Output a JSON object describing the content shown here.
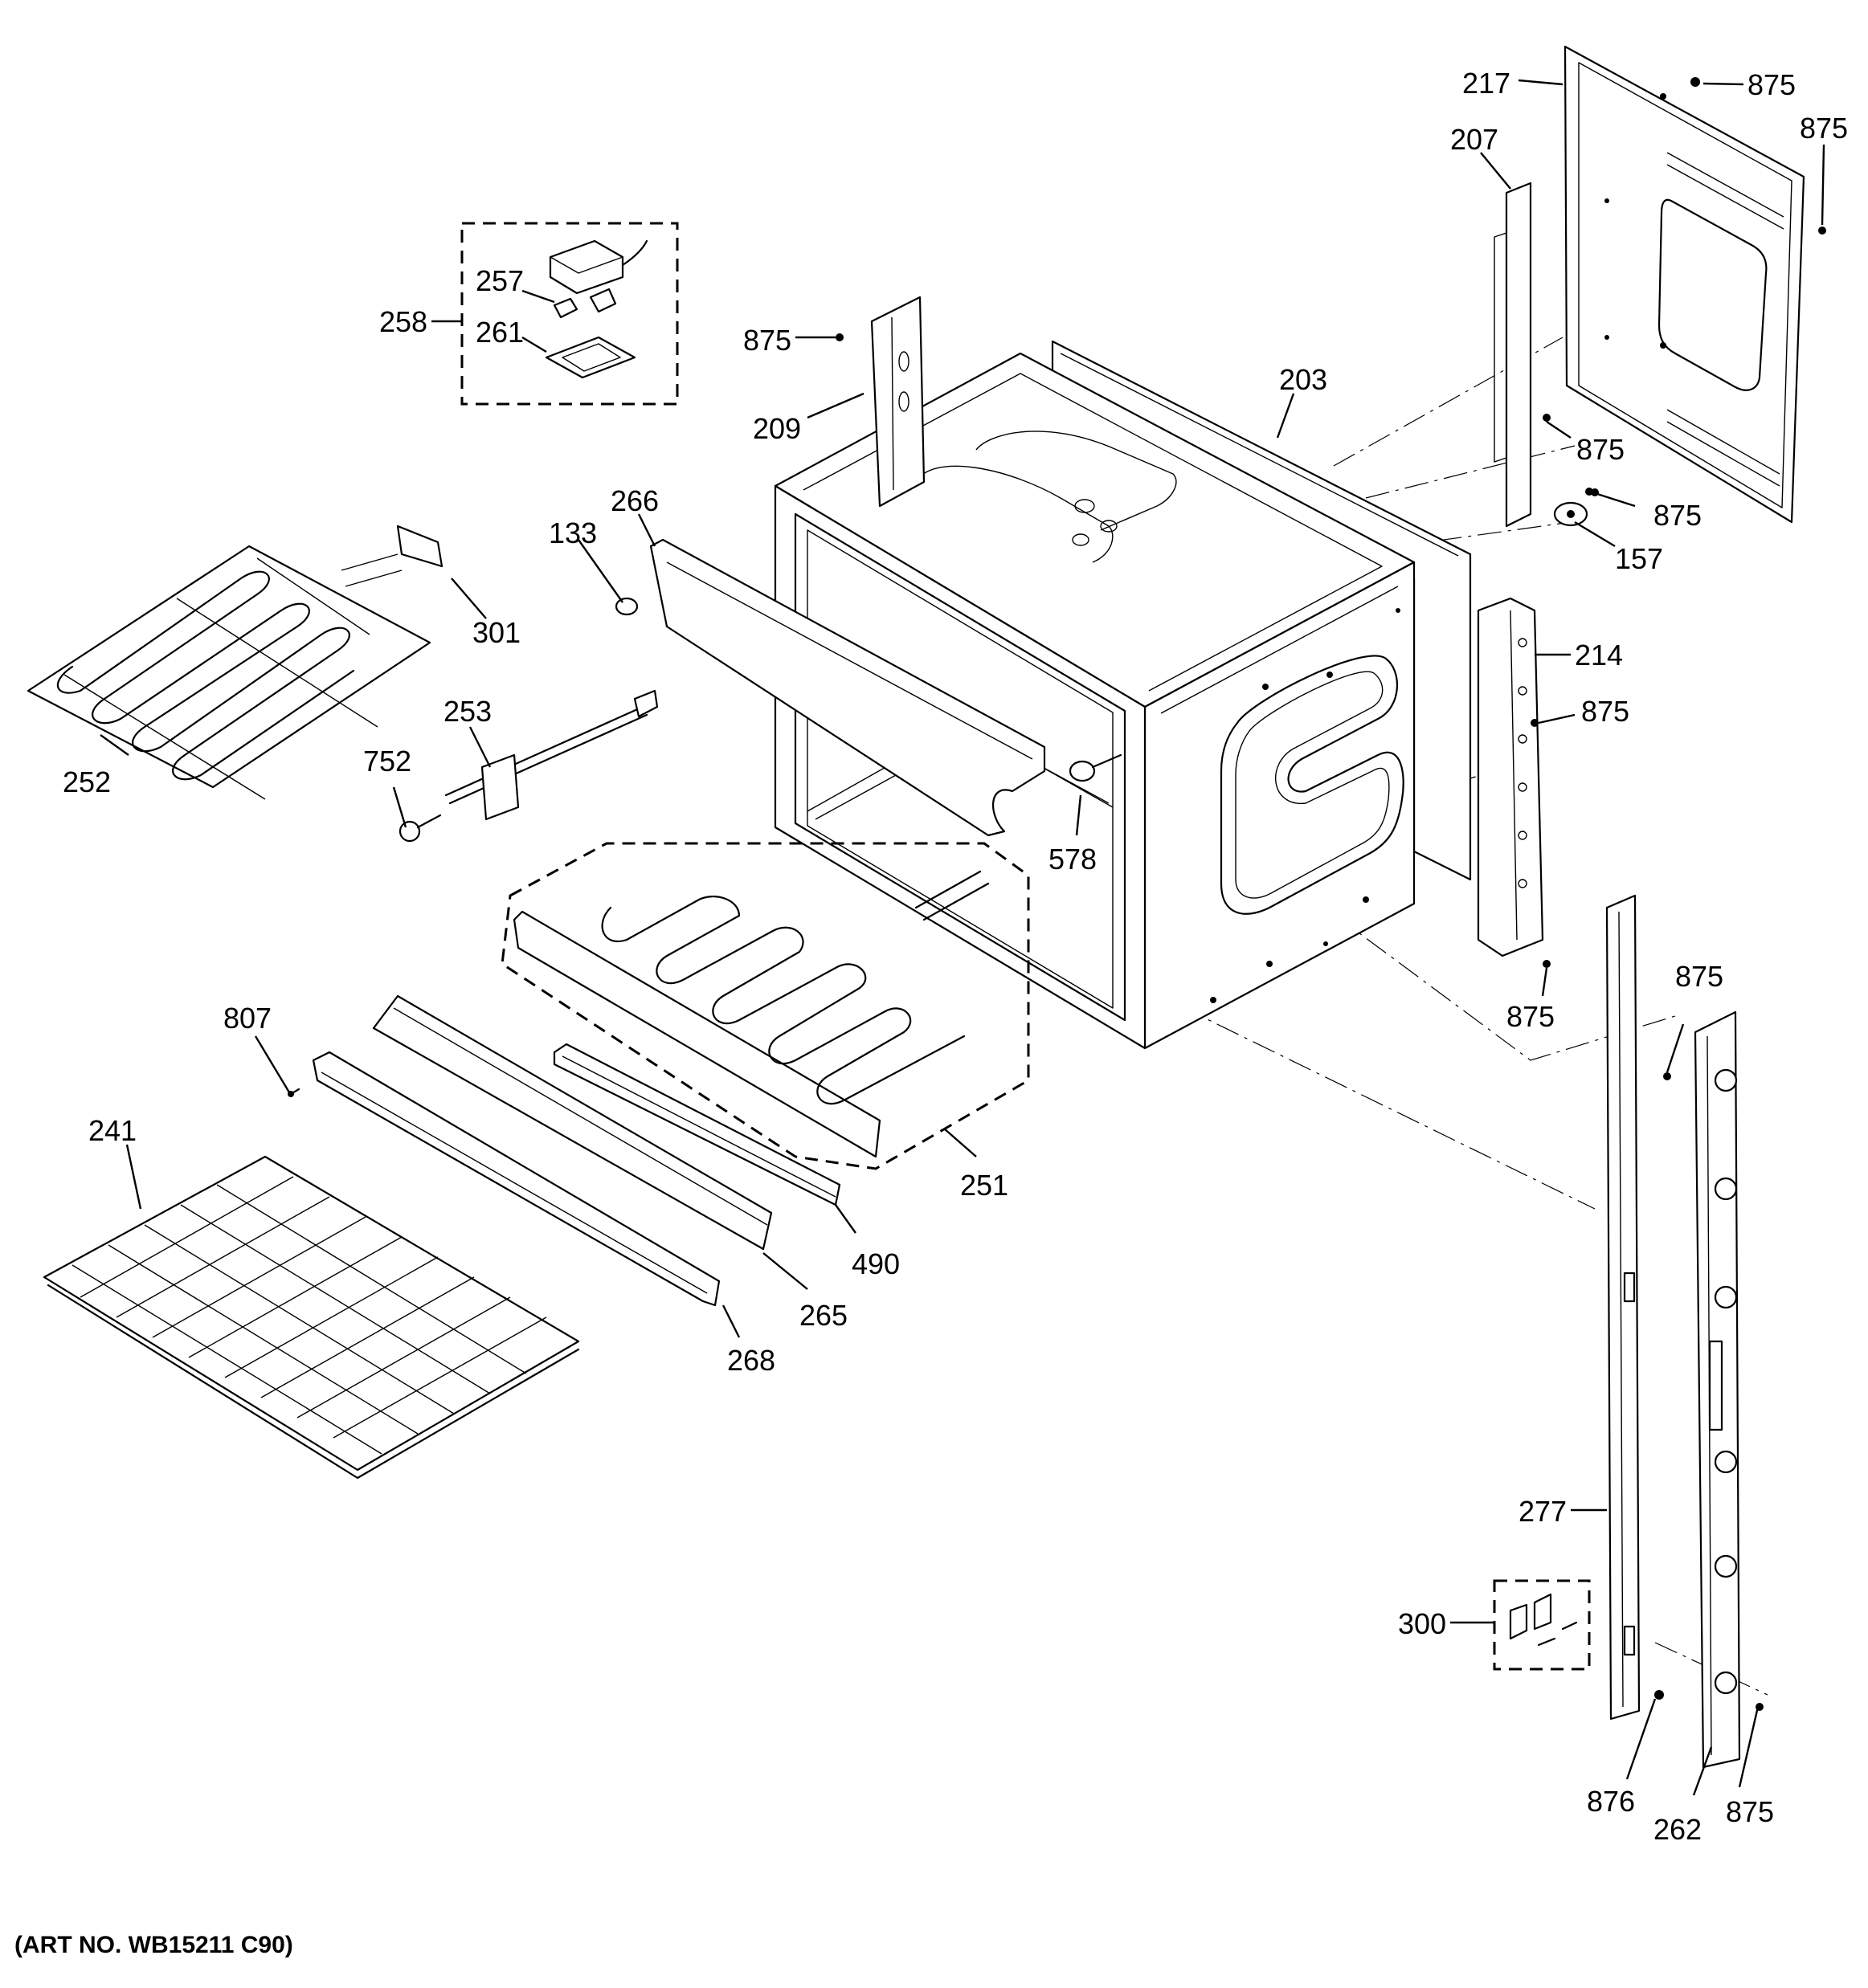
{
  "art_number": "(ART NO. WB15211 C90)",
  "callouts": [
    {
      "id": "217",
      "text": "217"
    },
    {
      "id": "875-a",
      "text": "875"
    },
    {
      "id": "875-b",
      "text": "875"
    },
    {
      "id": "207",
      "text": "207"
    },
    {
      "id": "257",
      "text": "257"
    },
    {
      "id": "258",
      "text": "258"
    },
    {
      "id": "261",
      "text": "261"
    },
    {
      "id": "875-c",
      "text": "875"
    },
    {
      "id": "203",
      "text": "203"
    },
    {
      "id": "209",
      "text": "209"
    },
    {
      "id": "875-d",
      "text": "875"
    },
    {
      "id": "875-e",
      "text": "875"
    },
    {
      "id": "157",
      "text": "157"
    },
    {
      "id": "266",
      "text": "266"
    },
    {
      "id": "133",
      "text": "133"
    },
    {
      "id": "301",
      "text": "301"
    },
    {
      "id": "214",
      "text": "214"
    },
    {
      "id": "875-f",
      "text": "875"
    },
    {
      "id": "253",
      "text": "253"
    },
    {
      "id": "252",
      "text": "252"
    },
    {
      "id": "752",
      "text": "752"
    },
    {
      "id": "578",
      "text": "578"
    },
    {
      "id": "875-g",
      "text": "875"
    },
    {
      "id": "875-h",
      "text": "875"
    },
    {
      "id": "807",
      "text": "807"
    },
    {
      "id": "241",
      "text": "241"
    },
    {
      "id": "251",
      "text": "251"
    },
    {
      "id": "490",
      "text": "490"
    },
    {
      "id": "265",
      "text": "265"
    },
    {
      "id": "268",
      "text": "268"
    },
    {
      "id": "277",
      "text": "277"
    },
    {
      "id": "300",
      "text": "300"
    },
    {
      "id": "876",
      "text": "876"
    },
    {
      "id": "262",
      "text": "262"
    },
    {
      "id": "875-i",
      "text": "875"
    }
  ]
}
